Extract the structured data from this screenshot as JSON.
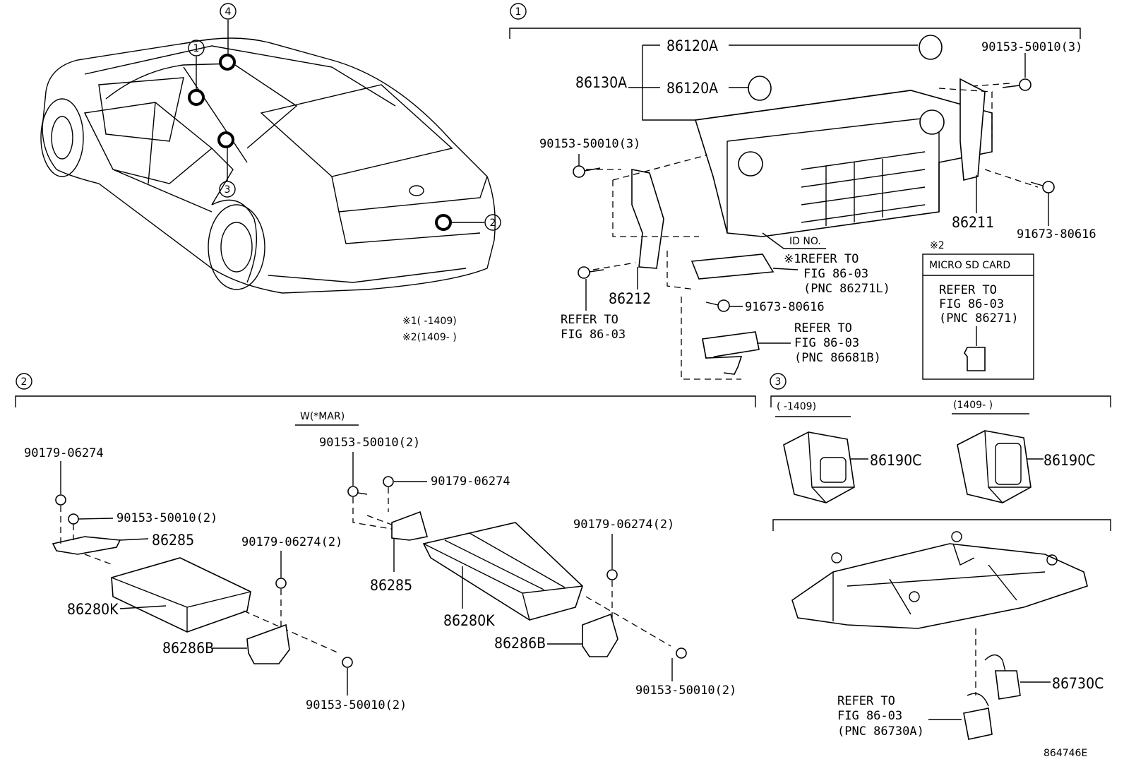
{
  "callouts": {
    "c1": "1",
    "c2": "2",
    "c3": "3",
    "c4": "4",
    "sec1": "1",
    "sec2": "2",
    "sec3": "3"
  },
  "notes": {
    "n1": "※1(      -1409)",
    "n2": "※2(1409-      )"
  },
  "section1": {
    "p86120A_1": "86120A",
    "p86120A_2": "86120A",
    "p86130A": "86130A",
    "bolt_tr": "90153-50010(3)",
    "bolt_l": "90153-50010(3)",
    "p86211": "86211",
    "screw_r": "91673-80616",
    "p86212": "86212",
    "id_no": "ID NO.",
    "ref1": [
      "※1REFER TO",
      "FIG 86-03",
      "(PNC 86271L)"
    ],
    "screw_b": "91673-80616",
    "ref_l": [
      "REFER TO",
      "FIG 86-03"
    ],
    "ref2": [
      "REFER TO",
      "FIG 86-03",
      "(PNC 86681B)"
    ],
    "sd_mark": "※2",
    "sd_title": "MICRO SD CARD",
    "sd_ref": [
      "REFER TO",
      "FIG 86-03",
      "(PNC 86271)"
    ]
  },
  "section2": {
    "wmar": "W(*MAR)",
    "l_90179": "90179-06274",
    "l_90153": "90153-50010(2)",
    "l_86285": "86285",
    "l_90179_2": "90179-06274(2)",
    "l_86280K": "86280K",
    "l_86286B": "86286B",
    "l_90153_b": "90153-50010(2)",
    "r_90153": "90153-50010(2)",
    "r_90179": "90179-06274",
    "r_86285": "86285",
    "r_90179_2": "90179-06274(2)",
    "r_86280K": "86280K",
    "r_86286B": "86286B",
    "r_90153_b": "90153-50010(2)"
  },
  "section3": {
    "range_a": "(     -1409)",
    "range_b": "(1409-       )",
    "p86190C_a": "86190C",
    "p86190C_b": "86190C",
    "p86730C": "86730C",
    "ref": [
      "REFER TO",
      "FIG 86-03",
      "(PNC 86730A)"
    ]
  },
  "figure_id": "864746E"
}
